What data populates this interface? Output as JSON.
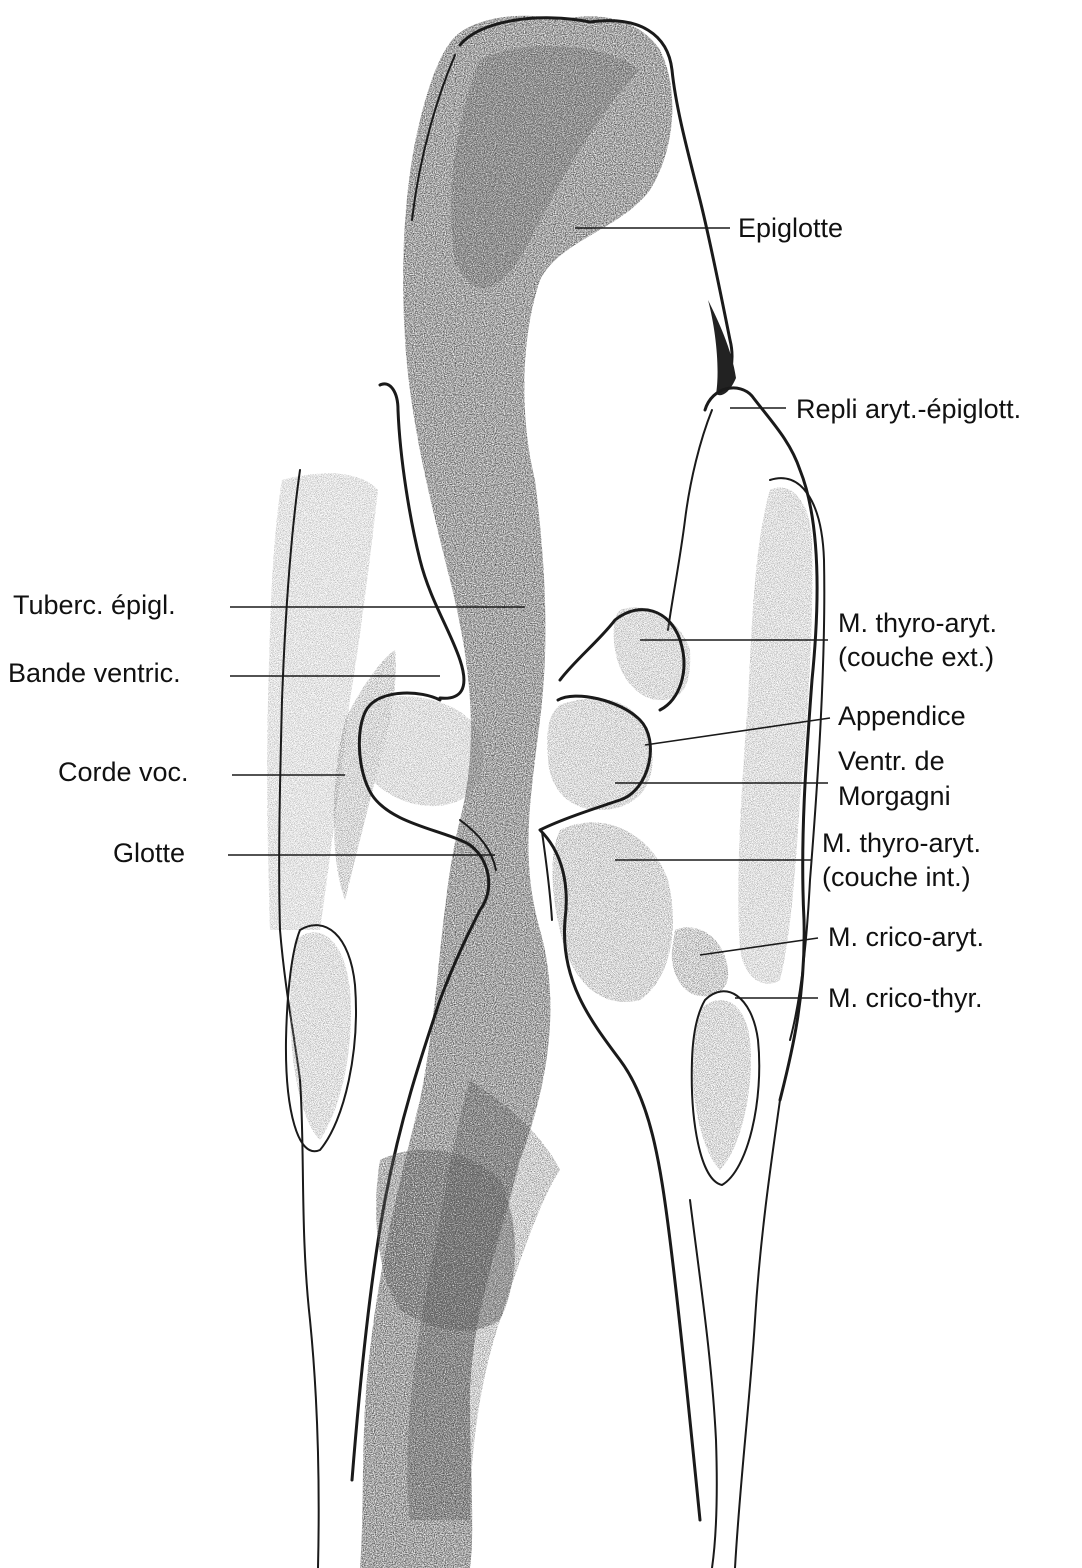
{
  "labels": {
    "epiglotte": "Epiglotte",
    "repli": "Repli aryt.-épiglott.",
    "tuberc": "Tuberc. épigl.",
    "bande": "Bande ventric.",
    "corde": "Corde voc.",
    "glotte": "Glotte",
    "thyro_ext_1": "M. thyro-aryt.",
    "thyro_ext_2": "(couche ext.)",
    "appendice": "Appendice",
    "ventr_1": "Ventr. de",
    "ventr_2": "Morgagni",
    "thyro_int_1": "M. thyro-aryt.",
    "thyro_int_2": "(couche int.)",
    "crico_aryt": "M. crico-aryt.",
    "crico_thyr": "M. crico-thyr."
  },
  "colors": {
    "ink": "#1a1a1a",
    "tissue_dark": "#3a3a3a",
    "tissue_mid": "#7a7a7a",
    "tissue_light": "#b0b0b0",
    "background": "#ffffff"
  }
}
